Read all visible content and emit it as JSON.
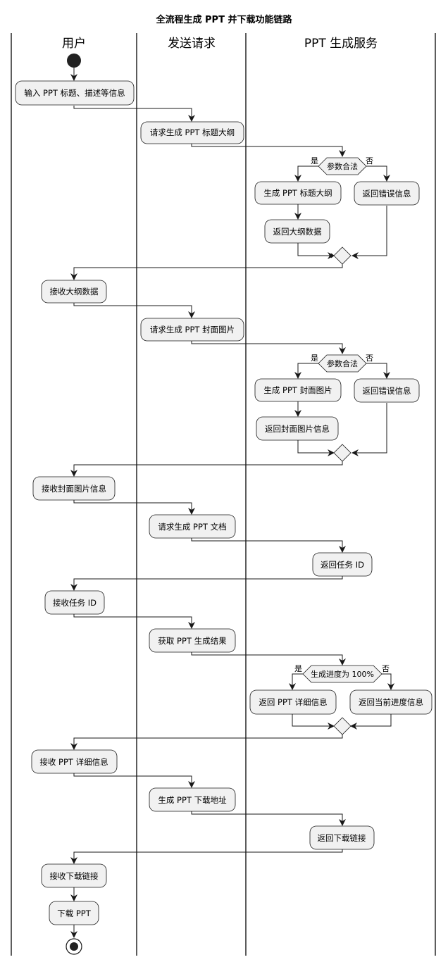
{
  "diagram": {
    "title": "全流程生成 PPT 并下载功能链路",
    "lanes": [
      "用户",
      "发送请求",
      "PPT 生成服务"
    ],
    "nodes": [
      "输入 PPT 标题、描述等信息",
      "请求生成 PPT 标题大纲",
      "生成 PPT 标题大纲",
      "返回错误信息",
      "返回大纲数据",
      "接收大纲数据",
      "请求生成 PPT 封面图片",
      "生成 PPT 封面图片",
      "返回错误信息",
      "返回封面图片信息",
      "接收封面图片信息",
      "请求生成 PPT 文档",
      "返回任务 ID",
      "接收任务 ID",
      "获取 PPT 生成结果",
      "返回 PPT 详细信息",
      "返回当前进度信息",
      "接收 PPT 详细信息",
      "生成 PPT 下载地址",
      "返回下载链接",
      "接收下载链接",
      "下载 PPT"
    ],
    "decisions": [
      "参数合法",
      "参数合法",
      "生成进度为 100%"
    ],
    "branch_labels": {
      "yes": "是",
      "no": "否"
    }
  }
}
